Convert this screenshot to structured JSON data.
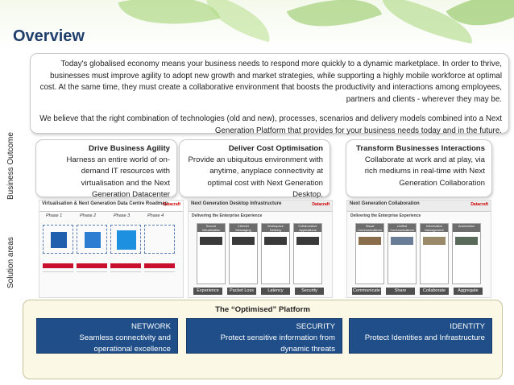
{
  "header": {
    "title": "Overview"
  },
  "intro": {
    "paragraph1": "Today's globalised economy means your business needs to respond more quickly to a dynamic marketplace. In order to thrive, businesses must improve agility to adopt new growth and market strategies, while supporting a highly mobile workforce at optimal cost.  At the same time, they must create a collaborative environment that boosts the productivity and interactions among employees, partners and clients - wherever they may be.",
    "paragraph2": "We believe that the right combination of technologies (old and new), processes, scenarios and delivery models combined into a Next Generation Platform that provides for your business needs today and in the future."
  },
  "side_labels": {
    "outcome": "Business Outcome",
    "solutions": "Solution areas"
  },
  "goals": [
    {
      "title": "Drive Business Agility",
      "body": "Harness an entire world of on-demand IT resources with virtualisation and the Next Generation Datacenter"
    },
    {
      "title": "Deliver Cost Optimisation",
      "body": "Provide an ubiquitous environment with anytime, anyplace connectivity at optimal cost with Next Generation Desktop."
    },
    {
      "title": "Transform Businesses Interactions",
      "body": "Collaborate at work and at play, via rich mediums in real-time with Next Generation Collaboration"
    }
  ],
  "solutions": [
    {
      "title": "Virtualisation & Next Generation Data Centre Roadmap",
      "brand": "Datacraft",
      "phases": [
        "Phase 1",
        "Phase 2",
        "Phase 3",
        "Phase 4"
      ]
    },
    {
      "title": "Next Generation Desktop  Infrastructure",
      "brand": "Datacraft",
      "subtitle": "Delivering the Enterprise Experience",
      "columns": [
        "Secure Virtualisation",
        "Internet Messaging",
        "Workspace Delivery",
        "Collaborative Applications"
      ],
      "tags": [
        "Experience",
        "Packet Loss",
        "Latency",
        "Security"
      ]
    },
    {
      "title": "Next Generation  Collaboration",
      "brand": "Datacraft",
      "subtitle": "Delivering the Enterprise Experience",
      "columns": [
        "Visual Communications",
        "Unified Communications",
        "Information Management",
        "Automation"
      ],
      "tags": [
        "Communicate",
        "Share",
        "Collaborate",
        "Aggregate"
      ]
    }
  ],
  "platform": {
    "title": "The “Optimised” Platform",
    "pillars": [
      {
        "title": "NETWORK",
        "body": "Seamless connectivity and operational excellence"
      },
      {
        "title": "SECURITY",
        "body": "Protect sensitive information from dynamic threats"
      },
      {
        "title": "IDENTITY",
        "body": "Protect Identities and Infrastructure"
      }
    ]
  },
  "colors": {
    "title": "#1e3d6b",
    "pillar": "#1f4e88",
    "accent_red": "#c8102e",
    "platform_bg": "#fbf8e6"
  }
}
